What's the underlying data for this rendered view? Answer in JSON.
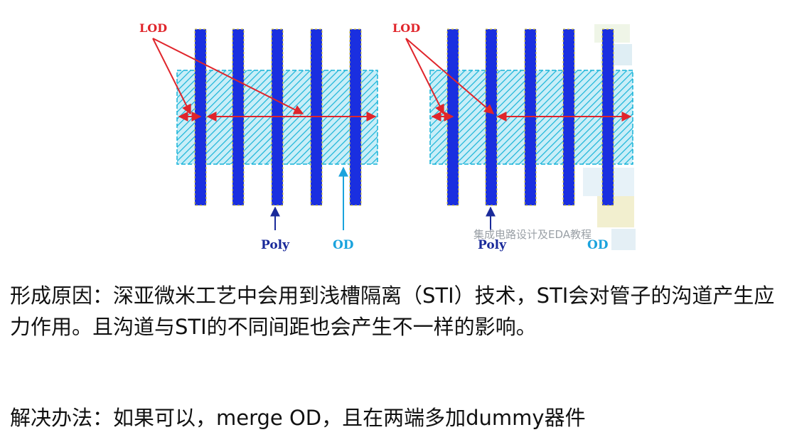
{
  "diagram": {
    "left_panel": {
      "lod_label": "LOD",
      "poly_label": "Poly",
      "od_label": "OD"
    },
    "right_panel": {
      "lod_label": "LOD",
      "poly_label": "Poly",
      "od_label": "OD"
    },
    "watermark": "集成电路设计及EDA教程",
    "colors": {
      "poly": "#1a2fe0",
      "od_hatch": "#17b4d8",
      "lod": "#e0252b",
      "poly_label": "#1a2a9a",
      "od_label": "#1aa3dd"
    }
  },
  "text": {
    "paragraph1": "形成原因：深亚微米工艺中会用到浅槽隔离（STI）技术，STI会对管子的沟道产生应力作用。且沟道与STI的不同间距也会产生不一样的影响。",
    "paragraph2": "解决办法：如果可以，merge OD，且在两端多加dummy器件"
  }
}
